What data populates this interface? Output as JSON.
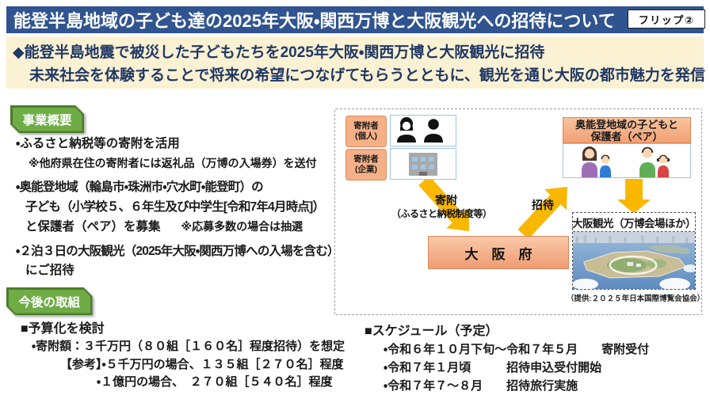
{
  "header": {
    "title": "能登半島地域の子ども達の2025年大阪・関西万博と大阪観光への招待について",
    "flip_tag": "フリップ②"
  },
  "lead": {
    "line1": "◆能登半島地震で被災した子どもたちを2025年大阪・関西万博と大阪観光に招待",
    "line2": "未来社会を体験することで将来の希望につなげてもらうとともに、観光を通じ大阪の都市魅力を発信"
  },
  "overview": {
    "label": "事業概要",
    "bullet1": "・ふるさと納税等の寄附を活用",
    "bullet1_note": "※他府県在住の寄附者には返礼品（万博の入場券）を送付",
    "bullet2_line1": "・奥能登地域（輪島市・珠洲市・穴水町・能登町）の",
    "bullet2_line2": "子ども（小学校５、６年生及び中学生[令和7年4月時点]）",
    "bullet2_line3": "と保護者（ペア）を募集",
    "bullet2_note": "※応募多数の場合は抽選",
    "bullet3_line1": "・２泊３日の大阪観光（2025年大阪・関西万博への入場を含む）",
    "bullet3_line2": "にご招待"
  },
  "diagram": {
    "donors": {
      "individual": {
        "line1": "寄附者",
        "line2": "(個人)"
      },
      "corporate": {
        "line1": "寄附者",
        "line2": "(企業)"
      }
    },
    "donation_label": {
      "line1": "寄附",
      "line2": "（ふるさと納税制度等）"
    },
    "invite_label": "招待",
    "osaka_pref": "大　阪　府",
    "family": {
      "line1": "奥能登地域の子どもと",
      "line2": "保護者（ペア）"
    },
    "tourism": {
      "title": "大阪観光（万博会場ほか）",
      "caption": "（提供:２０２５年日本国際博覧会協会）"
    }
  },
  "future": {
    "label": "今後の取組",
    "budget_heading": "■予算化を検討",
    "budget_line1": "・寄附額：３千万円（８０組［１６０名］程度招待）を想定",
    "budget_line2": "【参考】・５千万円の場合、１３５組［２７０名］程度",
    "budget_line3": "・１億円の場合、　２７０組［５４０名］程度",
    "schedule_heading": "■スケジュール（予定）",
    "schedule_line1": "・令和６年１０月下旬～令和７年５月　　寄附受付",
    "schedule_line2": "・令和７年１月頃　　　招待申込受付開始",
    "schedule_line3": "・令和７年７～８月　　招待旅行実施"
  },
  "colors": {
    "banner_navy": "#30548F",
    "lead_cream": "#FBF1D3",
    "lead_text_navy": "#1F3864",
    "tag_green": "#6FAC46",
    "tag_green_border": "#4E7B2D",
    "salmon_fill": "#F6B087",
    "salmon_border": "#E08A5A",
    "arrow_yellow": "#F9B700",
    "iconbox_border": "#9DC3E6"
  }
}
